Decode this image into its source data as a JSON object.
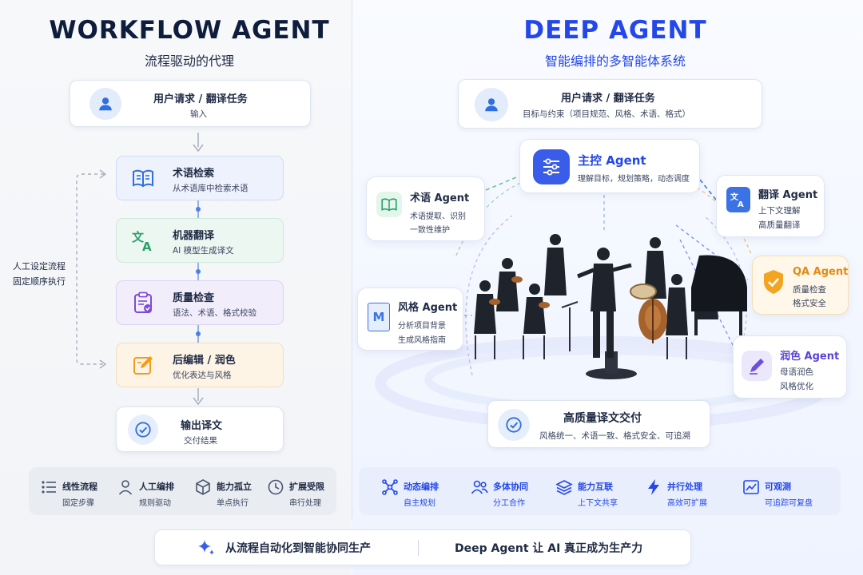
{
  "workflow": {
    "title": "WORKFLOW AGENT",
    "subtitle": "流程驱动的代理",
    "input": {
      "title": "用户请求 / 翻译任务",
      "sub": "输入"
    },
    "side_note_line1": "人工设定流程",
    "side_note_line2": "固定顺序执行",
    "steps": [
      {
        "title": "术语检索",
        "sub": "从术语库中检索术语",
        "icon": "book-icon",
        "color": "#2f6fe0"
      },
      {
        "title": "机器翻译",
        "sub": "AI 模型生成译文",
        "icon": "translate-icon",
        "color": "#27a06a"
      },
      {
        "title": "质量检查",
        "sub": "语法、术语、格式校验",
        "icon": "clipboard-check-icon",
        "color": "#7d4cdb"
      },
      {
        "title": "后编辑 / 润色",
        "sub": "优化表达与风格",
        "icon": "edit-icon",
        "color": "#f29b1d"
      }
    ],
    "output": {
      "title": "输出译文",
      "sub": "交付结果"
    },
    "features": [
      {
        "title": "线性流程",
        "sub": "固定步骤",
        "icon": "list-icon"
      },
      {
        "title": "人工编排",
        "sub": "规则驱动",
        "icon": "person-icon"
      },
      {
        "title": "能力孤立",
        "sub": "单点执行",
        "icon": "cube-icon"
      },
      {
        "title": "扩展受限",
        "sub": "串行处理",
        "icon": "clock-icon"
      }
    ]
  },
  "deep": {
    "title": "DEEP AGENT",
    "subtitle": "智能编排的多智能体系统",
    "input": {
      "title": "用户请求 / 翻译任务",
      "sub": "目标与约束（项目规范、风格、术语、格式）"
    },
    "master": {
      "title": "主控 Agent",
      "sub": "理解目标，规划策略，动态调度"
    },
    "agents": {
      "term": {
        "title": "术语 Agent",
        "line1": "术语提取、识别",
        "line2": "一致性维护"
      },
      "translate": {
        "title": "翻译 Agent",
        "line1": "上下文理解",
        "line2": "高质量翻译"
      },
      "style": {
        "title": "风格 Agent",
        "line1": "分析项目背景",
        "line2": "生成风格指南"
      },
      "qa": {
        "title": "QA Agent",
        "line1": "质量检查",
        "line2": "格式安全"
      },
      "polish": {
        "title": "润色 Agent",
        "line1": "母语润色",
        "line2": "风格优化"
      }
    },
    "output": {
      "title": "高质量译文交付",
      "sub": "风格统一、术语一致、格式安全、可追溯"
    },
    "features": [
      {
        "title": "动态编排",
        "sub": "自主规划",
        "icon": "network-icon"
      },
      {
        "title": "多体协同",
        "sub": "分工合作",
        "icon": "people-icon"
      },
      {
        "title": "能力互联",
        "sub": "上下文共享",
        "icon": "layers-icon"
      },
      {
        "title": "并行处理",
        "sub": "高效可扩展",
        "icon": "lightning-icon"
      },
      {
        "title": "可观测",
        "sub": "可追踪可复盘",
        "icon": "chart-icon"
      }
    ]
  },
  "footer": {
    "left": "从流程自动化到智能协同生产",
    "right": "Deep Agent 让 AI 真正成为生产力"
  }
}
